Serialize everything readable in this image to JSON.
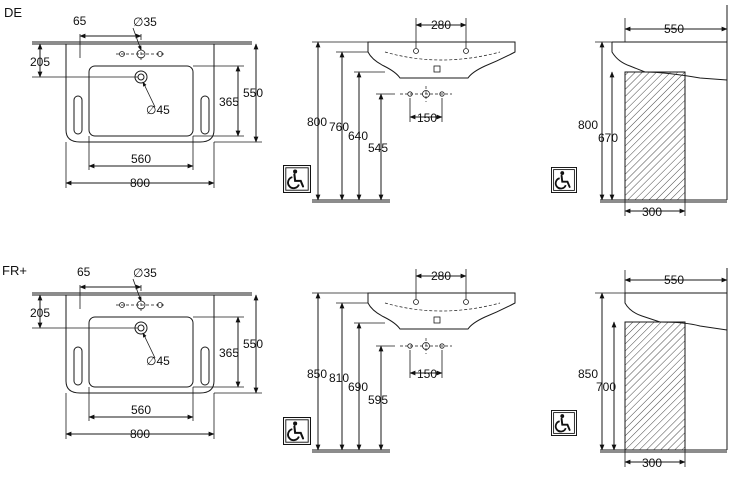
{
  "sections": [
    {
      "code": "DE",
      "top_view": {
        "d_65": "65",
        "d_35": "∅35",
        "d_205": "205",
        "d_45": "∅45",
        "d_365": "365",
        "d_550": "550",
        "d_560": "560",
        "d_800": "800"
      },
      "front_view": {
        "d_280": "280",
        "d_800": "800",
        "d_760": "760",
        "d_640": "640",
        "d_545": "545",
        "d_150": "150"
      },
      "side_view": {
        "d_550": "550",
        "d_800": "800",
        "d_670": "670",
        "d_300": "300"
      }
    },
    {
      "code": "FR+",
      "top_view": {
        "d_65": "65",
        "d_35": "∅35",
        "d_205": "205",
        "d_45": "∅45",
        "d_365": "365",
        "d_550": "550",
        "d_560": "560",
        "d_800": "800"
      },
      "front_view": {
        "d_280": "280",
        "d_850": "850",
        "d_810": "810",
        "d_690": "690",
        "d_595": "595",
        "d_150": "150"
      },
      "side_view": {
        "d_550": "550",
        "d_850": "850",
        "d_700": "700",
        "d_300": "300"
      }
    }
  ],
  "icons": {
    "accessibility": "wheelchair-icon"
  }
}
